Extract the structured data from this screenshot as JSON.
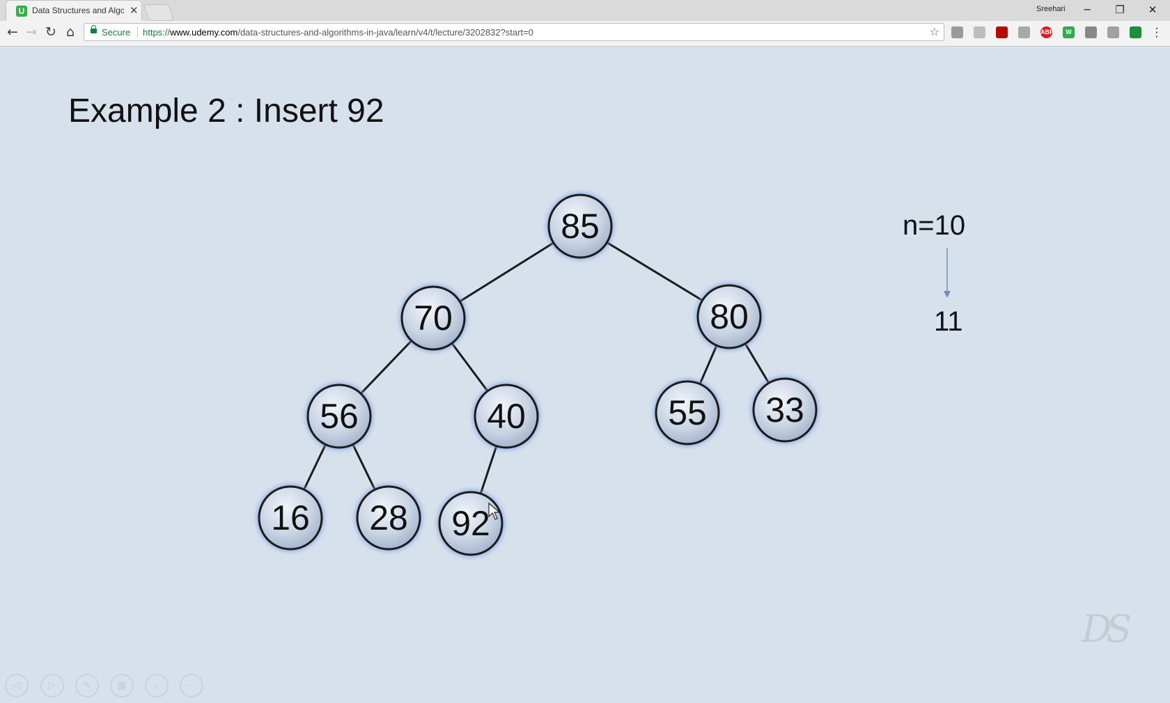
{
  "browser": {
    "tab_title": "Data Structures and Algo",
    "tab_favicon": "U",
    "tab_close": "✕",
    "profile_name": "Sreehari",
    "secure_label": "Secure",
    "url_scheme": "https://",
    "url_host": "www.udemy.com",
    "url_path": "/data-structures-and-algorithms-in-java/learn/v4/t/lecture/3202832?start=0",
    "window_controls": {
      "minimize": "─",
      "restore": "❐",
      "close": "✕"
    },
    "nav": {
      "back": "←",
      "forward": "→",
      "reload": "↻",
      "home": "⌂"
    },
    "bookmark_star": "☆",
    "extensions": [
      {
        "icon": "hat-extension-icon",
        "label": "",
        "color": "#9a9a9a"
      },
      {
        "icon": "grey-extension-icon",
        "label": "",
        "color": "#bdbdbd"
      },
      {
        "icon": "pdf-extension-icon",
        "label": "",
        "color": "#b30b00"
      },
      {
        "icon": "page-extension-icon",
        "label": "",
        "color": "#a8a8a8"
      },
      {
        "icon": "adblock-extension-icon",
        "label": "ABP",
        "color": "#d61f26"
      },
      {
        "icon": "w-extension-icon",
        "label": "W",
        "color": "#3aa655"
      },
      {
        "icon": "cast-icon",
        "label": "",
        "color": "#888888"
      },
      {
        "icon": "cloud-extension-icon",
        "label": "",
        "color": "#a0a0a0"
      },
      {
        "icon": "audio-extension-icon",
        "label": "",
        "color": "#1e8e3e"
      }
    ],
    "menu_icon": "⋮"
  },
  "slide": {
    "title": "Example 2 : Insert 92",
    "heap_size_label": "n=10",
    "heap_size_next": "11",
    "watermark": "DS",
    "accent_color": "#6f8fb8"
  },
  "heap": {
    "nodes": [
      "85",
      "70",
      "80",
      "56",
      "40",
      "55",
      "33",
      "16",
      "28",
      "92"
    ],
    "inserted_value": "92"
  },
  "presenter_controls": [
    "previous-slide-icon",
    "next-slide-icon",
    "pen-icon",
    "slides-grid-icon",
    "zoom-icon",
    "more-icon"
  ]
}
